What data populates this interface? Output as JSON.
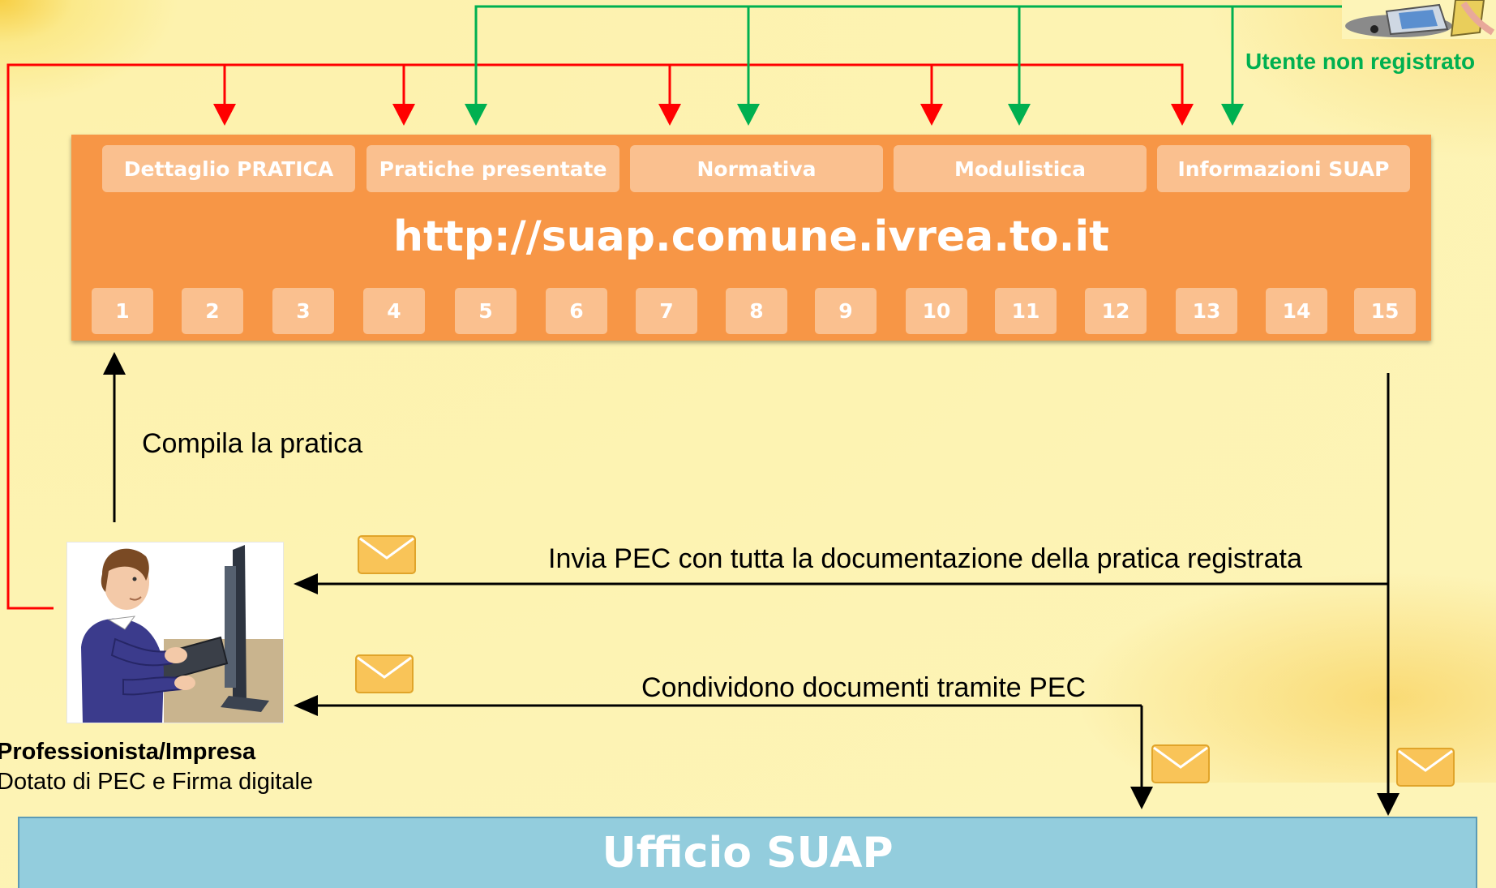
{
  "portal": {
    "tabs": [
      "Dettaglio PRATICA",
      "Pratiche presentate",
      "Normativa",
      "Modulistica",
      "Informazioni SUAP"
    ],
    "url": "http://suap.comune.ivrea.to.it",
    "steps": [
      "1",
      "2",
      "3",
      "4",
      "5",
      "6",
      "7",
      "8",
      "9",
      "10",
      "11",
      "12",
      "13",
      "14",
      "15"
    ]
  },
  "labels": {
    "unregistered_user": "Utente non registrato",
    "compile": "Compila la pratica",
    "send_pec": "Invia PEC con tutta la documentazione della pratica registrata",
    "share_docs": "Condividono documenti tramite PEC"
  },
  "person": {
    "title": "Professionista/Impresa",
    "subtitle": "Dotato di PEC e Firma digitale"
  },
  "office": {
    "label": "Ufficio SUAP"
  },
  "colors": {
    "registered_flow": "#ff0000",
    "public_flow": "#00b050",
    "portal": "#f79646",
    "portal_button": "#fac08f",
    "office": "#93cddd"
  },
  "icons": [
    "person-at-computer-icon",
    "envelope-icon",
    "user-at-laptop-icon"
  ]
}
